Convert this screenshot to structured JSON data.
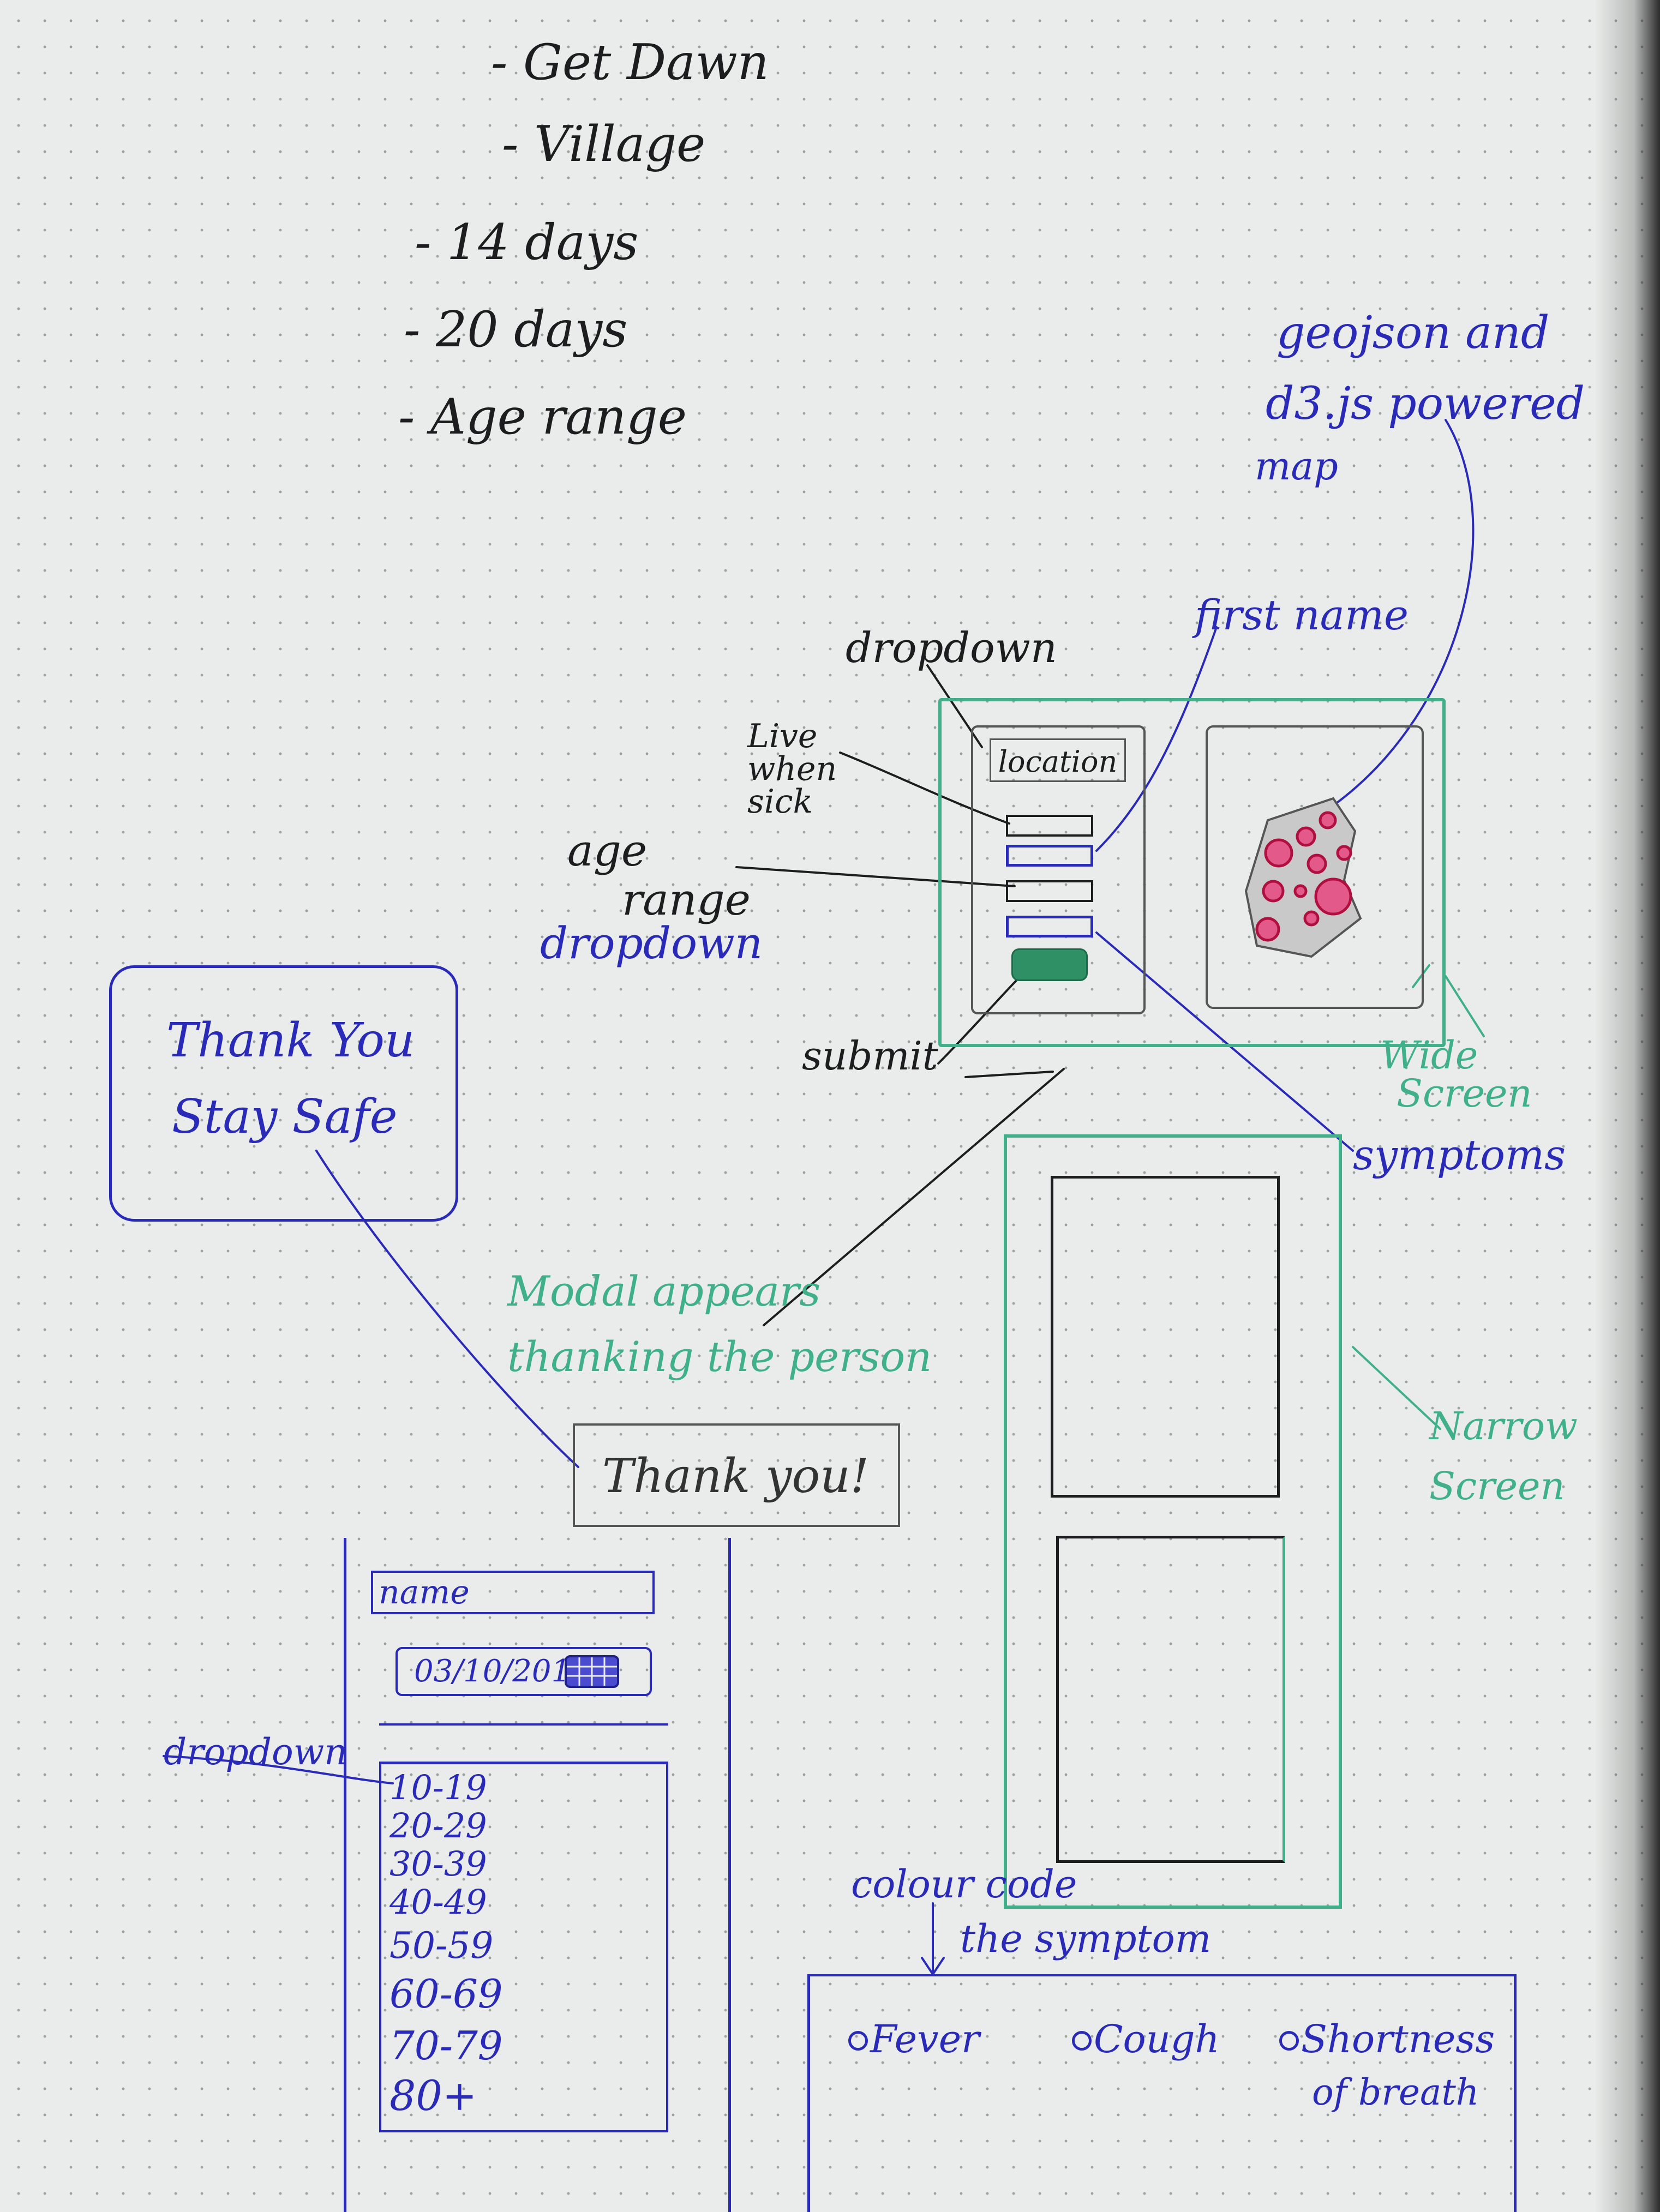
{
  "top_list": [
    "- Get Dawn",
    "- Village",
    "- 14 days",
    "- 20 days",
    "- Age range"
  ],
  "annotations": {
    "geojson": [
      "geojson and",
      "d3.js powered",
      "map"
    ],
    "dropdown_top": "dropdown",
    "first_name": "first name",
    "live_when_sick": [
      "Live",
      "when",
      "sick"
    ],
    "age_range_dropdown": [
      "age",
      "range",
      "dropdown"
    ],
    "submit": "submit",
    "wide_screen": [
      "Wide",
      "Screen"
    ],
    "symptoms": "symptoms",
    "modal_appears": [
      "Modal appears",
      "thanking the person"
    ],
    "narrow_screen": [
      "Narrow",
      "Screen"
    ],
    "dropdown_left": "dropdown",
    "colour_code": [
      "colour code",
      "the symptom"
    ]
  },
  "wide_form": {
    "location_label": "location"
  },
  "thank_card": {
    "line1": "Thank You",
    "line2": "Stay Safe"
  },
  "thank_bar": {
    "label": "Thank you!"
  },
  "mobile_form": {
    "name_placeholder": "name",
    "date_value": "03/10/2010",
    "age_options": [
      "10-19",
      "20-29",
      "30-39",
      "40-49",
      "50-59",
      "60-69",
      "70-79",
      "80+"
    ]
  },
  "symptoms_row": [
    "Fever",
    "Cough",
    "Shortness",
    "of breath"
  ],
  "colors": {
    "black_ink": "#1d1d1f",
    "blue_ink": "#2a2ab8",
    "green_ink": "#3fb08a",
    "red_marker": "#c2185b"
  }
}
